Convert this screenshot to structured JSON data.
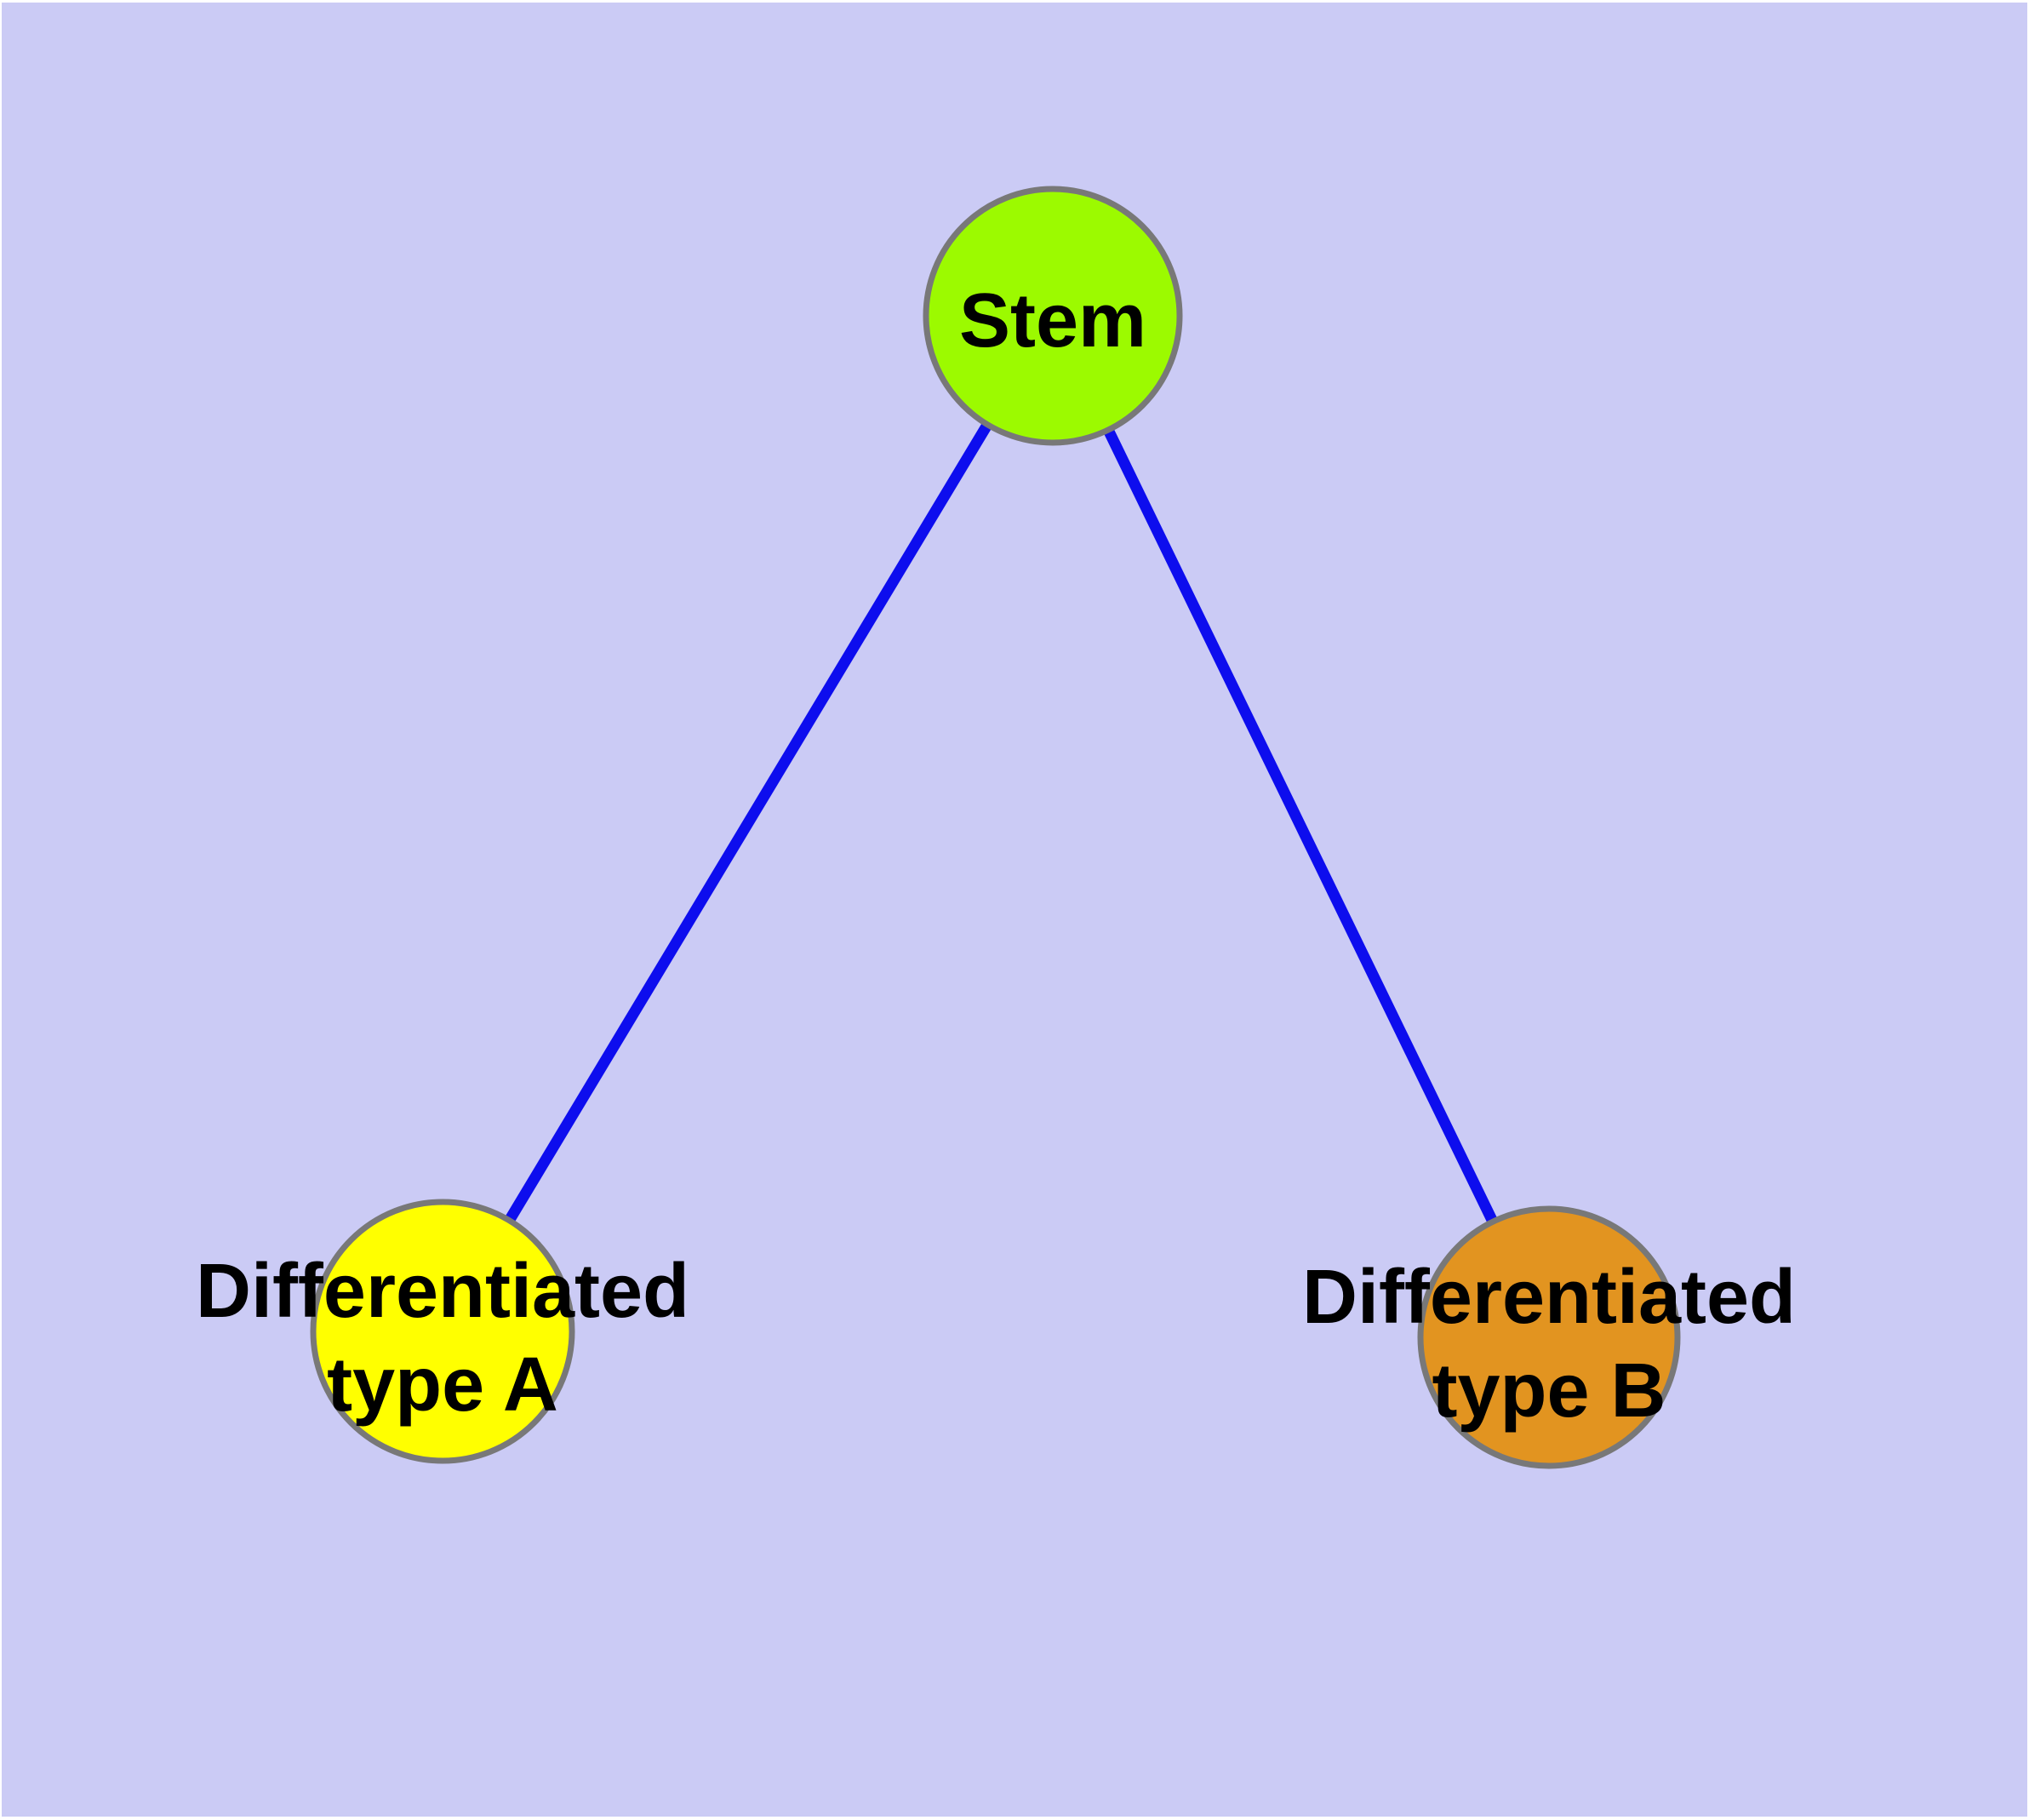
{
  "canvas": {
    "background_color": "#CBCBF5",
    "frame_color": "#FFFFFF",
    "node_border_color": "#787878",
    "label_color": "#000000"
  },
  "edges": {
    "color": "#0D0DEE",
    "items": [
      {
        "from": "Stem",
        "to": "Differentiated type A"
      },
      {
        "from": "Stem",
        "to": "Differentiated type B"
      }
    ]
  },
  "nodes": {
    "stem": {
      "label": "Stem",
      "fill": "#9CFA00"
    },
    "diff_a": {
      "label_line1": "Differentiated",
      "label_line2": "type A",
      "fill": "#FFFF00"
    },
    "diff_b": {
      "label_line1": "Differentiated",
      "label_line2": "type B",
      "fill": "#E29420"
    }
  }
}
